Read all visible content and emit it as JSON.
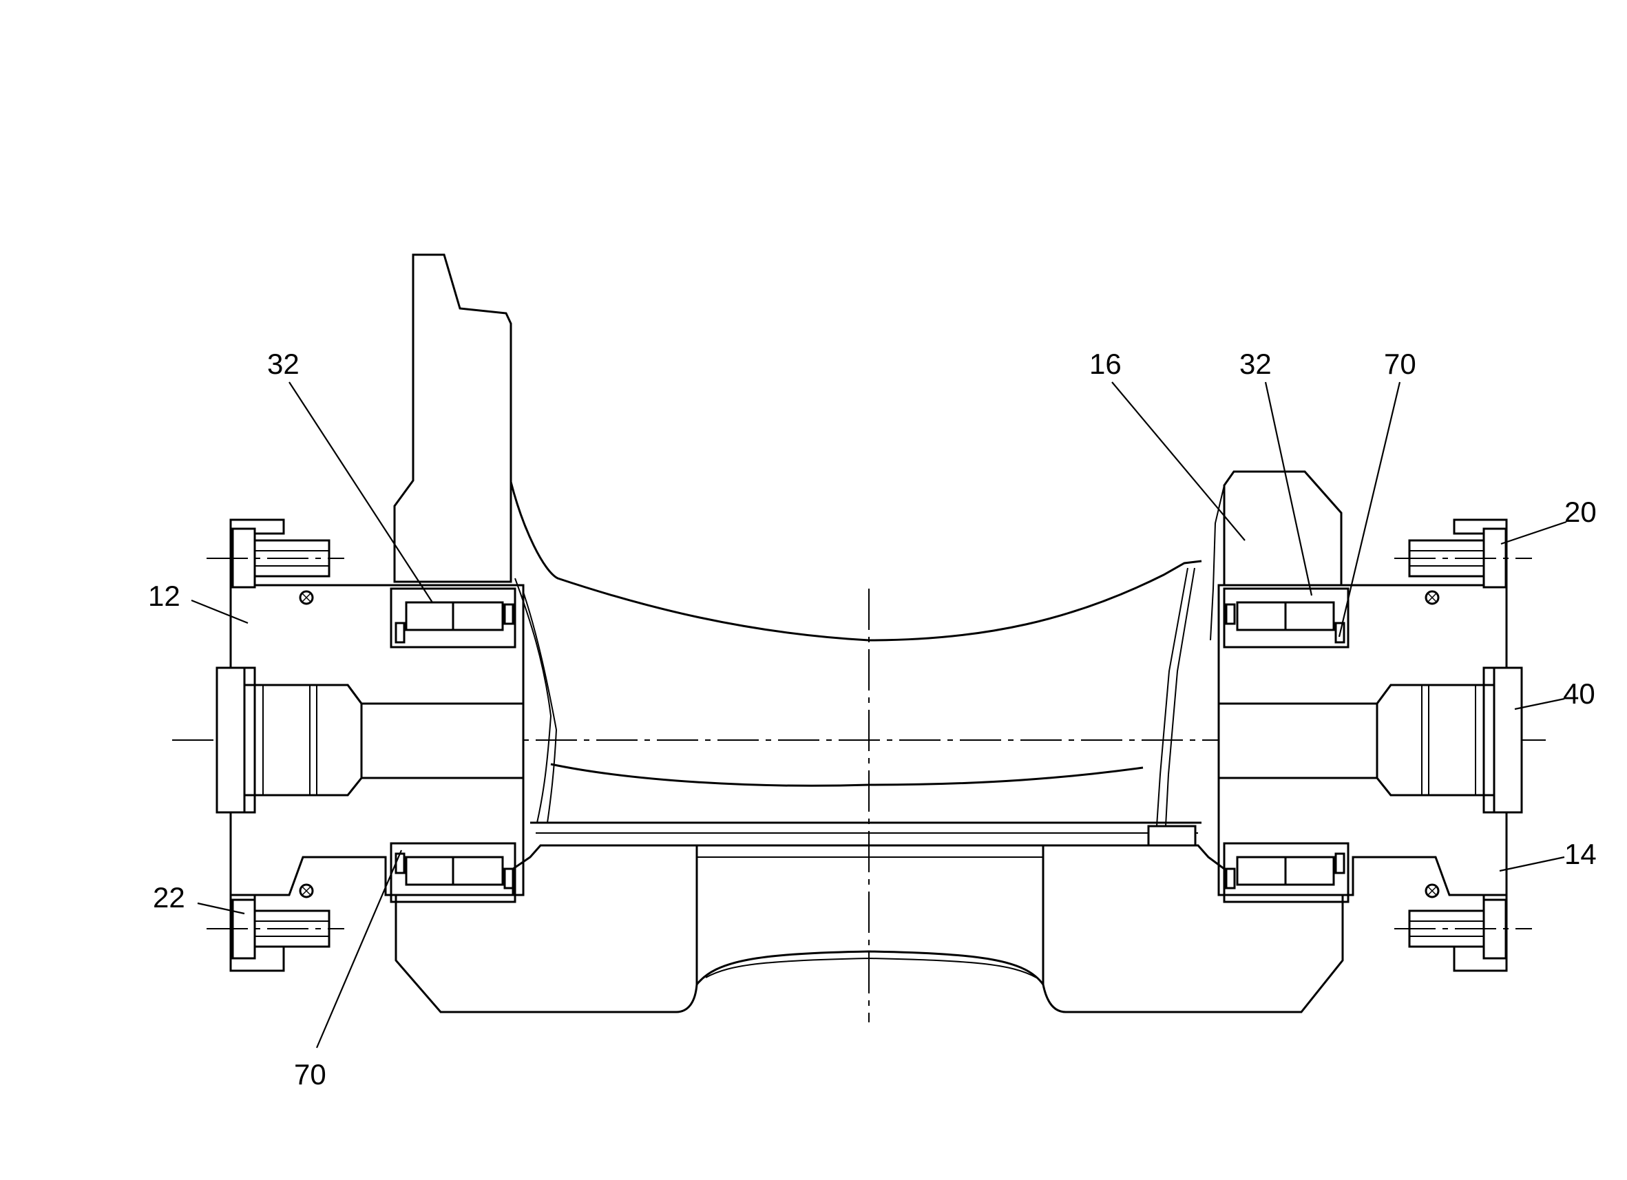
{
  "labels": {
    "l32_left": "32",
    "l16": "16",
    "l32_right": "32",
    "l70_top": "70",
    "l20": "20",
    "l12": "12",
    "l40": "40",
    "l14": "14",
    "l22": "22",
    "l70_bottom": "70"
  }
}
